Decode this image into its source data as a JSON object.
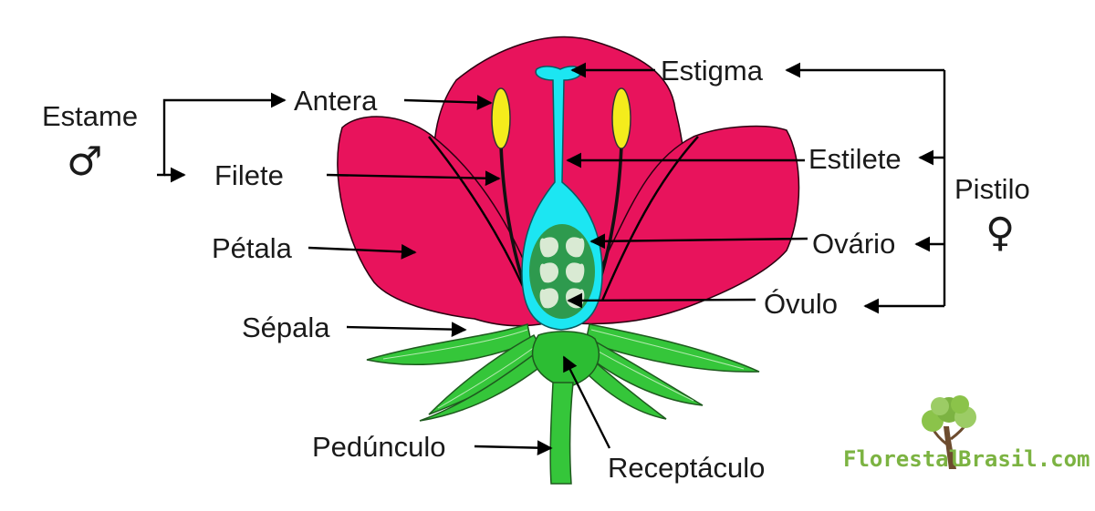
{
  "labels": {
    "estame": "Estame",
    "antera": "Antera",
    "filete": "Filete",
    "petala": "Pétala",
    "sepala": "Sépala",
    "pedunculo": "Pedúnculo",
    "estigma": "Estigma",
    "estilete": "Estilete",
    "pistilo": "Pistilo",
    "ovario": "Ovário",
    "ovulo": "Óvulo",
    "receptaculo": "Receptáculo"
  },
  "symbols": {
    "male": "♂",
    "female": "♀"
  },
  "brand": {
    "part1": "Florestal",
    "part2": "Brasil.com"
  },
  "colors": {
    "petal": "#e8135c",
    "petal_outline": "#2a0010",
    "anther": "#f4ec1c",
    "pistil": "#1ce6f2",
    "ovary": "#2e9a4e",
    "ovule": "#d9ead3",
    "sepal": "#35c63a",
    "receptacle": "#2cbd33",
    "brand_green": "#7cb342",
    "brand_trunk": "#6d4c2f"
  }
}
